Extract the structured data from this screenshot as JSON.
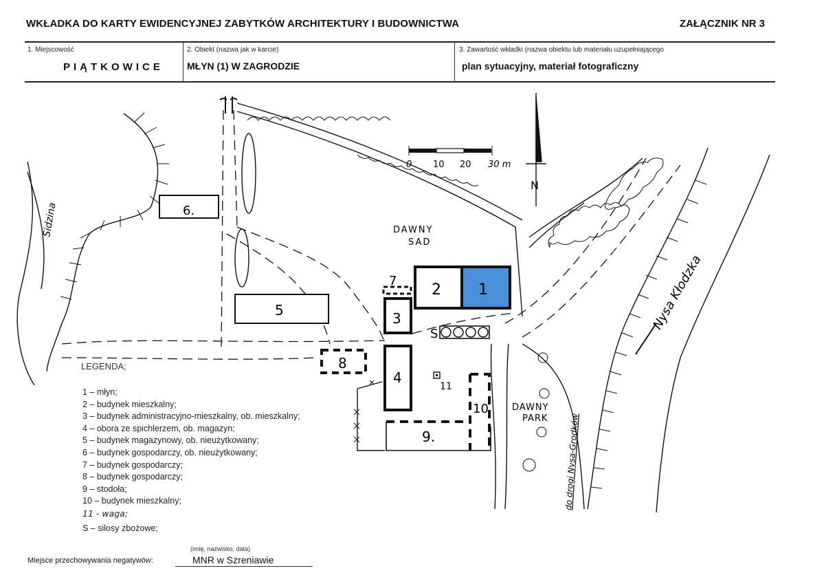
{
  "header": {
    "title": "WKŁADKA DO KARTY EWIDENCYJNEJ ZABYTKÓW ARCHITEKTURY I BUDOWNICTWA",
    "annex": "ZAŁĄCZNIK NR 3"
  },
  "fields": {
    "locality_label": "1. Miejscowość",
    "locality_value": "PIĄTKOWICE",
    "object_label": "2. Obiekt (nazwa jak w karcie)",
    "object_value": "MŁYN (1) W ZAGRODZIE",
    "contents_label": "3. Zawartość wkładki (nazwa obiektu lub materiału uzupełniającego",
    "contents_value": "plan sytuacyjny, materiał fotograficzny"
  },
  "map": {
    "scale": {
      "t0": "0",
      "t10": "10",
      "t20": "20",
      "t30": "30 m"
    },
    "north": "N",
    "labels": {
      "orchard_1": "DAWNY",
      "orchard_2": "SAD",
      "park_1": "DAWNY",
      "park_2": "PARK",
      "river": "Nysa Kłodzka",
      "stream": "Sidzina",
      "road": "do drogi Nysa-Grodków",
      "silos": "S"
    },
    "buildings": {
      "b1": "1",
      "b2": "2",
      "b3": "3",
      "b4": "4",
      "b5": "5",
      "b6": "6.",
      "b7": "7",
      "b8": "8",
      "b9": "9.",
      "b10": "10",
      "b11": "11"
    },
    "highlight_color": "#4a90d9"
  },
  "legend": {
    "title": "LEGENDA;",
    "items": [
      "1 – młyn;",
      "2 – budynek mieszkalny;",
      "3 – budynek administracyjno-mieszkalny, ob. mieszkalny;",
      "4 – obora ze spichlerzem, ob. magazyn;",
      "5 – budynek magazynowy, ob. nieużytkowany;",
      "6 – budynek gospodarczy, ob. nieużytkowany;",
      "7 – budynek gospodarczy;",
      "8 – budynek gospodarczy;",
      "9 – stodoła;",
      "10 – budynek mieszkalny;",
      "11 - waga;",
      "S – silosy zbożowe;"
    ]
  },
  "footer": {
    "label": "Miejsce przechowywania negatywów:",
    "small": "(imię, nazwisko, data)",
    "value": "MNR w Szreniawie"
  }
}
